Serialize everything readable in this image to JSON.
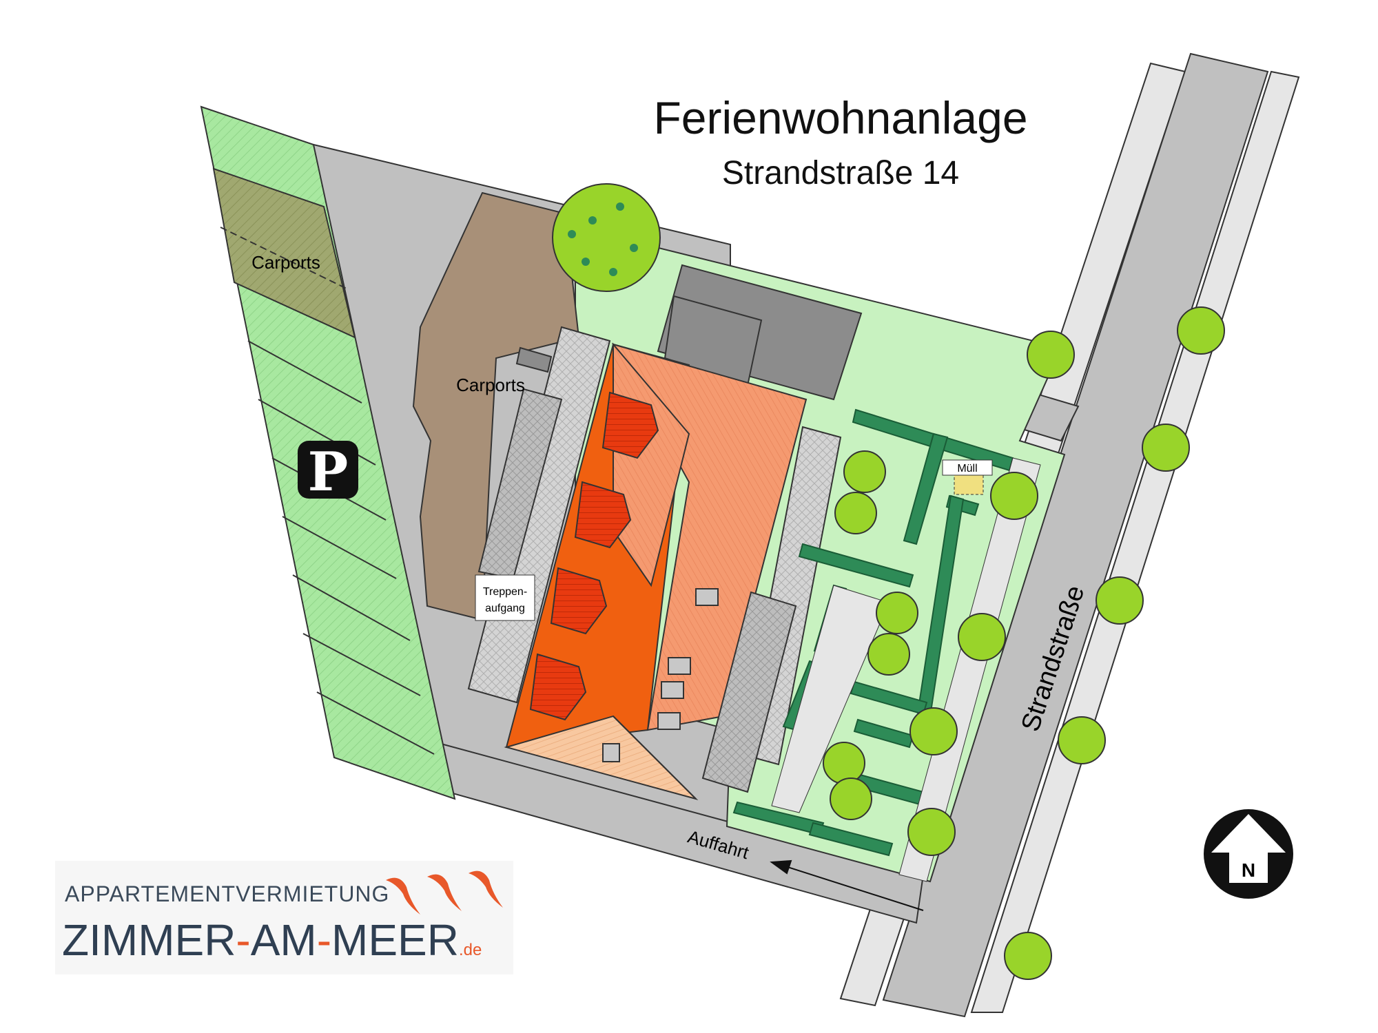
{
  "title": "Ferienwohnanlage",
  "subtitle": "Strandstraße 14",
  "labels": {
    "carports_top": "Carports",
    "carports_main": "Carports",
    "parking": "P",
    "stair_line1": "Treppen-",
    "stair_line2": "aufgang",
    "trash": "Müll",
    "street": "Strandstraße",
    "driveway": "Auffahrt",
    "north": "N"
  },
  "logo": {
    "line1": "APPARTEMENTVERMIETUNG",
    "name_part1": "ZIMMER",
    "name_dash1": "-",
    "name_part2": "AM",
    "name_dash2": "-",
    "name_part3": "MEER",
    "name_tld": ".de"
  },
  "colors": {
    "road": "#c0c0c0",
    "sidewalk": "#e6e6e6",
    "lawn": "#c8f2c0",
    "parking_green": "#a8e8a0",
    "carport_brown": "#a89078",
    "carport_olive": "#a0a870",
    "roof_dark_orange": "#f06010",
    "roof_light_orange": "#f59a70",
    "roof_pale": "#f8c8a0",
    "dormer_red": "#e83a10",
    "garage": "#8c8c8c",
    "hedge": "#2e8b57",
    "tree": "#99d42a"
  }
}
